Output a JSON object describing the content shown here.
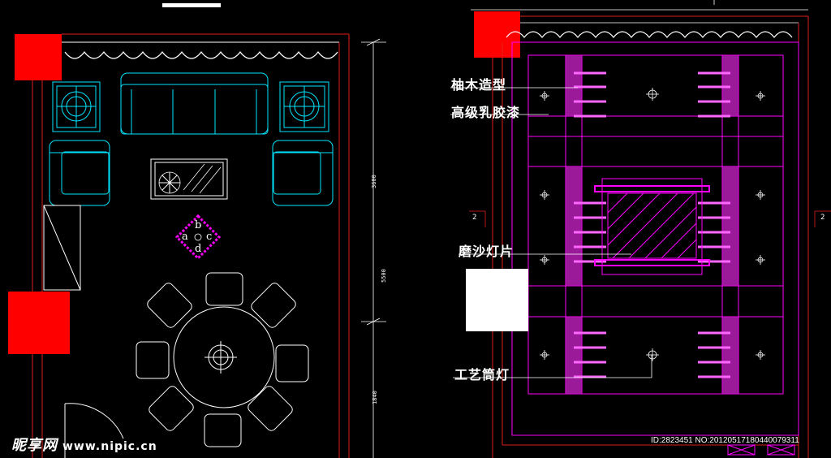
{
  "labels": {
    "youmu": "柚木造型",
    "latex": "高级乳胶漆",
    "frosted": "磨沙灯片",
    "downlight": "工艺筒灯"
  },
  "dimensions": {
    "d1": "3600",
    "d2": "5500",
    "d3": "1840"
  },
  "section_marks": {
    "left": "2",
    "right": "2"
  },
  "table_legend": {
    "a": "a",
    "b": "b",
    "c": "c",
    "d": "d"
  },
  "watermark": {
    "brand": "昵享网",
    "url": "www.nipic.cn"
  },
  "image_id": "ID:2823451 NO:20120517180440079311",
  "colors": {
    "background": "#000000",
    "red_block": "#ff0000",
    "cyan": "#00e5ff",
    "magenta": "#ff00ff",
    "wall_red": "#e0201c",
    "white": "#ffffff"
  }
}
